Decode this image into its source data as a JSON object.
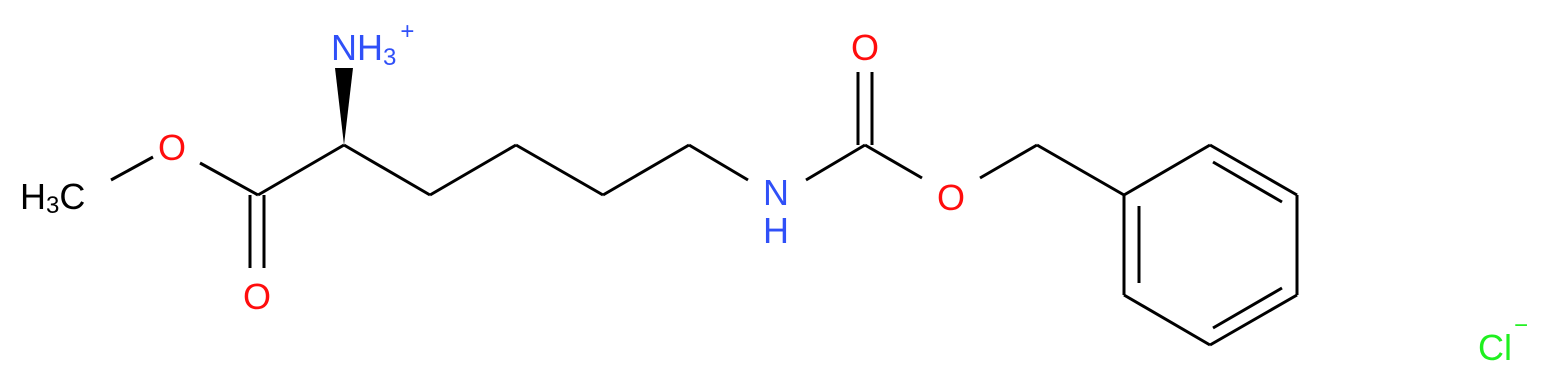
{
  "molecule": {
    "atoms": {
      "methyl": {
        "main": "H",
        "sub": "3",
        "tail": "C"
      },
      "ester_o": {
        "text": "O"
      },
      "carbonyl_o1": {
        "text": "O"
      },
      "ammonium": {
        "main": "NH",
        "sub": "3",
        "charge": "+"
      },
      "amide_n": {
        "text": "N"
      },
      "amide_h": {
        "text": "H"
      },
      "carbonyl_o2": {
        "text": "O"
      },
      "ether_o": {
        "text": "O"
      }
    },
    "counterion": {
      "symbol": "Cl",
      "charge": "−"
    }
  },
  "colors": {
    "bond": "#000000",
    "carbon": "#000000",
    "oxygen": "#ff0d0d",
    "nitrogen": "#3050f8",
    "chlorine": "#1ff01f"
  }
}
